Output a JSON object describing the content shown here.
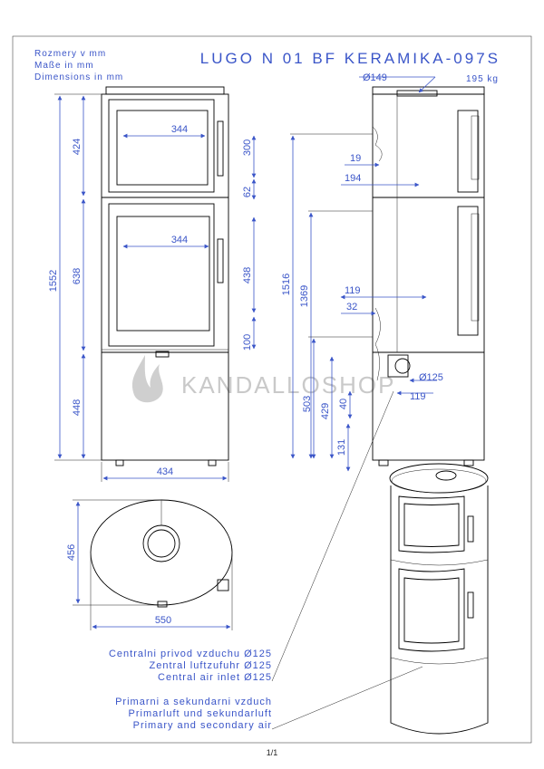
{
  "title": "LUGO N 01 BF KERAMIKA-097S",
  "units": [
    "Rozmery v mm",
    "Maße in mm",
    "Dimensions in mm"
  ],
  "weight": "195 kg",
  "flue_diameter": "Ø149",
  "air_diameter": "Ø125",
  "watermark": "KANDALLOSHOP",
  "front_dims": {
    "total_height": "1552",
    "upper": "424",
    "middle": "638",
    "lower": "448",
    "window_width_upper": "344",
    "window_width_lower": "344",
    "handle_upper": "300",
    "gap": "62",
    "handle_lower": "438",
    "bottom_gap": "100",
    "base_width": "434"
  },
  "side_dims": {
    "h1516": "1516",
    "h1369": "1369",
    "h503": "503",
    "h429": "429",
    "h40": "40",
    "h131": "131",
    "d19": "19",
    "d194": "194",
    "d119_top": "119",
    "d32": "32",
    "d119_bottom": "119"
  },
  "top_dims": {
    "depth": "456",
    "width": "550"
  },
  "legend": {
    "central": [
      "Centralni privod vzduchu Ø125",
      "Zentral luftzufuhr Ø125",
      "Central air inlet Ø125"
    ],
    "primary": [
      "Primarni a sekundarni vzduch",
      "Primarluft und sekundarluft",
      "Primary and secondary air"
    ]
  },
  "page_number": "1/1"
}
